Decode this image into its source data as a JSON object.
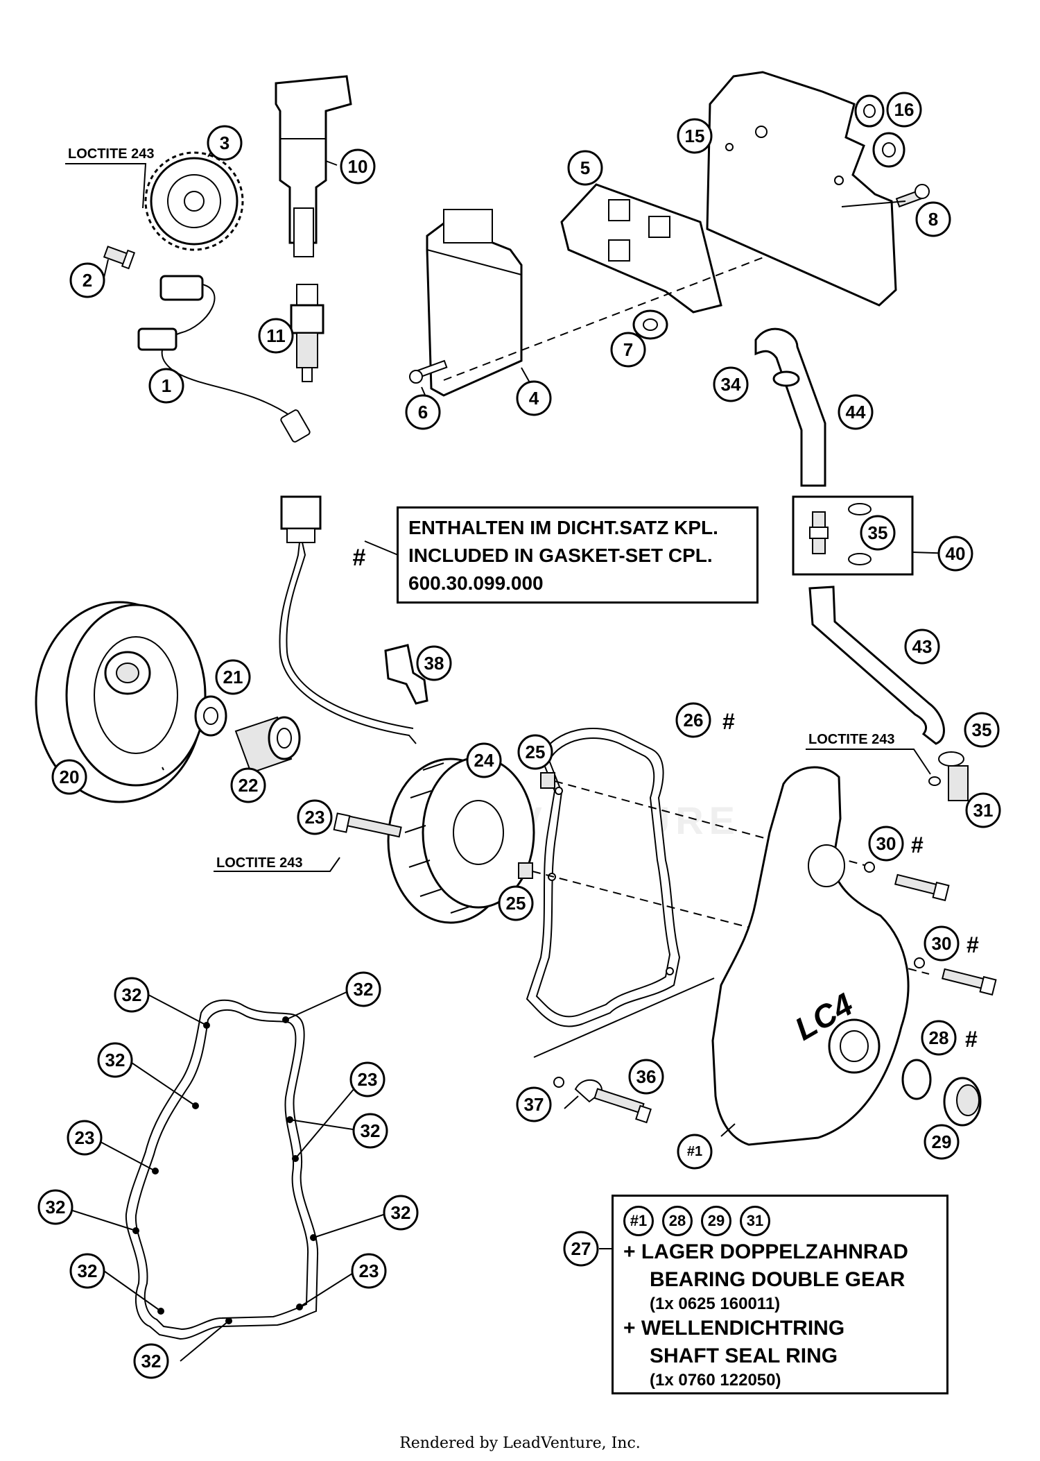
{
  "loctite_label": "LOCTITE 243",
  "gasket_note": {
    "marker": "#",
    "line1": "ENTHALTEN IM DICHT.SATZ KPL.",
    "line2": "INCLUDED IN GASKET-SET CPL.",
    "line3": "600.30.099.000"
  },
  "kit_note": {
    "callout": "27",
    "parts": [
      "#1",
      "28",
      "29",
      "31"
    ],
    "item1_de": "+ LAGER DOPPELZAHNRAD",
    "item1_en": "BEARING DOUBLE GEAR",
    "item1_ref": "(1x 0625 160011)",
    "item2_de": "+ WELLENDICHTRING",
    "item2_en": "SHAFT SEAL RING",
    "item2_ref": "(1x 0760 122050)"
  },
  "cover_logo": "LC4",
  "watermark": "LEADVENTURE",
  "footer": "Rendered by LeadVenture, Inc.",
  "callouts": {
    "c1": "1",
    "c2": "2",
    "c3": "3",
    "c4": "4",
    "c5": "5",
    "c6": "6",
    "c7": "7",
    "c8": "8",
    "c10": "10",
    "c11": "11",
    "c15": "15",
    "c16": "16",
    "c20": "20",
    "c21": "21",
    "c22": "22",
    "c23a": "23",
    "c24": "24",
    "c25a": "25",
    "c25b": "25",
    "c26": "26",
    "c26m": "#",
    "c28": "28",
    "c28m": "#",
    "c29": "29",
    "c30a": "30",
    "c30am": "#",
    "c30b": "30",
    "c30bm": "#",
    "c31": "31",
    "c32a": "32",
    "c32b": "32",
    "c32c": "32",
    "c32d": "32",
    "c32e": "32",
    "c32f": "32",
    "c32g": "32",
    "c23b": "23",
    "c23c": "23",
    "c23d": "23",
    "c34": "34",
    "c35a": "35",
    "c35b": "35",
    "c36": "36",
    "c37": "37",
    "c38": "38",
    "c40": "40",
    "c43": "43",
    "c44": "44",
    "c_hash1": "#1"
  }
}
